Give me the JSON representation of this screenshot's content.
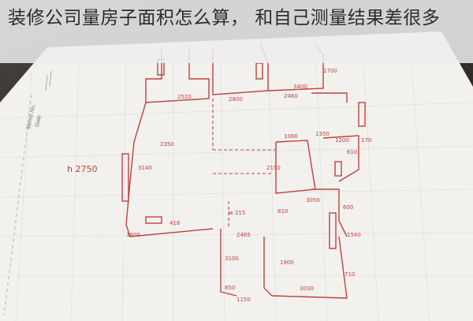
{
  "headline": {
    "text": "装修公司量房子面积怎么算， 和自己测量结果差很多"
  },
  "memo": {
    "memo_label": "Memo No.",
    "date_label": "Date"
  },
  "sketch": {
    "height_label": "h 2750",
    "measurements": [
      "3400",
      "2460",
      "1700",
      "2800",
      "2350",
      "3140",
      "418",
      "1600",
      "w 215",
      "3100",
      "850",
      "1150",
      "1900",
      "3030",
      "710",
      "1540",
      "600",
      "3050",
      "810",
      "2150",
      "1060",
      "1350",
      "1200",
      "610",
      "170",
      "2520",
      "2465"
    ]
  },
  "colors": {
    "ink": "#c0413f",
    "paper": "#f2f1ee",
    "grid": "#c7c4bd",
    "overlay": "#eeeeee"
  }
}
